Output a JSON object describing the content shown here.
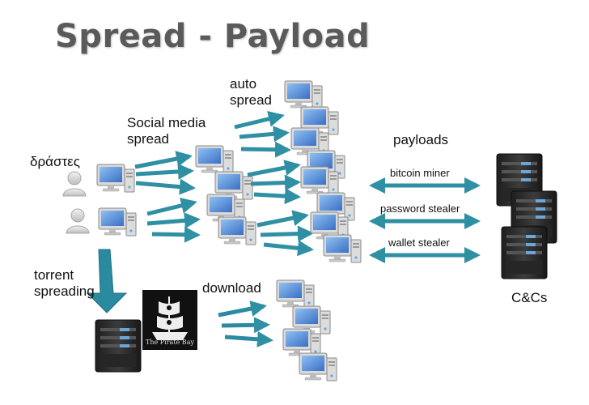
{
  "title": "Spread - Payload",
  "labels": {
    "actors": "δράστες",
    "social": "Social media\nspread",
    "auto": "auto\nspread",
    "payloads": "payloads",
    "torrent": "torrent\nspreading",
    "download": "download",
    "cncs": "C&Cs"
  },
  "payload_items": [
    "bitcoin miner",
    "password stealer",
    "wallet stealer"
  ],
  "logo_text": "The Pirate Bay",
  "colors": {
    "arrow": "#2f8fa3",
    "download_arrow": "#2a8aa0",
    "server_dark": "#2b2b2b",
    "server_light": "#6aa6d8",
    "computer_screen": "#5b8fd9",
    "title": "#5a5a5a"
  },
  "icons": [
    "user-icon",
    "computer-icon",
    "server-icon",
    "pirate-ship-icon"
  ]
}
